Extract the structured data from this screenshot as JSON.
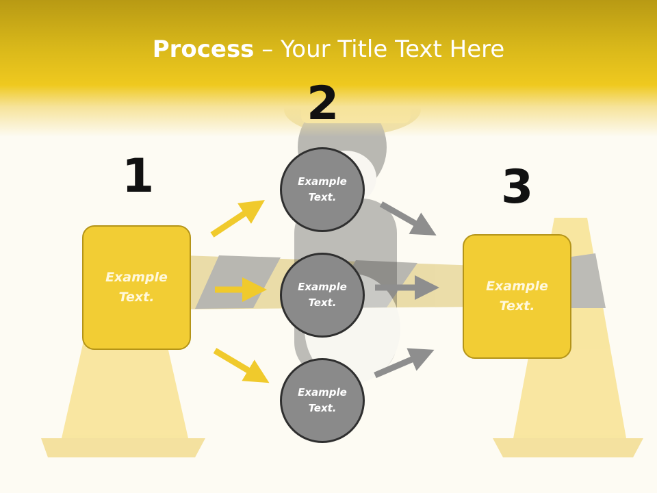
{
  "title": {
    "bold": "Process",
    "rest": " – Your Title Text Here"
  },
  "steps": [
    {
      "number": "1",
      "label": "Example\nText."
    },
    {
      "number": "2",
      "labels": [
        "Example\nText.",
        "Example\nText.",
        "Example\nText."
      ]
    },
    {
      "number": "3",
      "label": "Example\nText."
    }
  ],
  "colors": {
    "accent": "#f2cd34",
    "header": "#e0bd1c",
    "circle": "#8a8a8a",
    "arrow_yellow": "#f0ca2c",
    "arrow_gray": "#8e8e8e"
  }
}
